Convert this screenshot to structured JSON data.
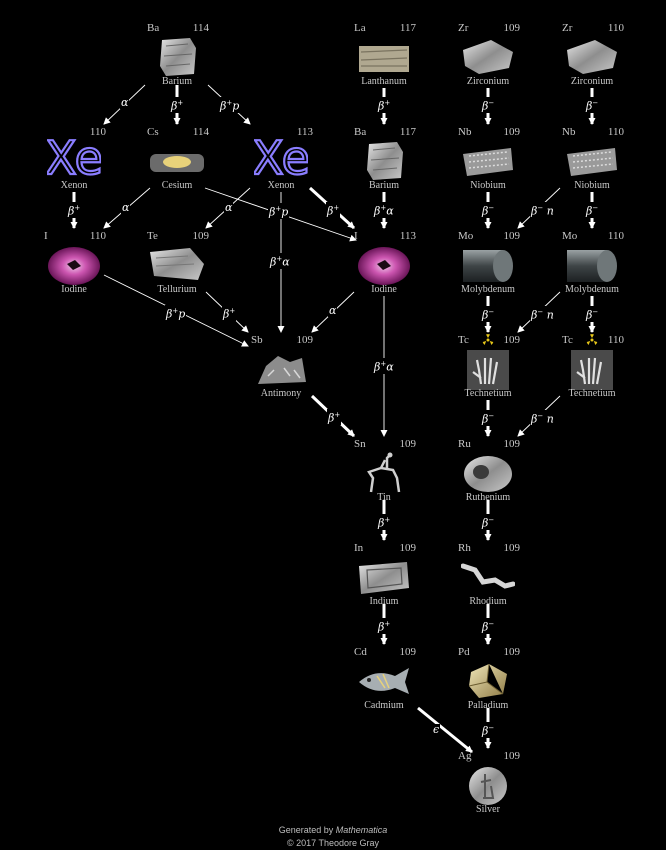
{
  "nodes": {
    "ba114": {
      "symbol": "Ba",
      "mass": "114",
      "name": "Barium"
    },
    "la117": {
      "symbol": "La",
      "mass": "117",
      "name": "Lanthanum"
    },
    "zr109": {
      "symbol": "Zr",
      "mass": "109",
      "name": "Zirconium"
    },
    "zr110": {
      "symbol": "Zr",
      "mass": "110",
      "name": "Zirconium"
    },
    "xe110": {
      "symbol": "",
      "mass": "110",
      "name": "Xenon"
    },
    "cs114": {
      "symbol": "Cs",
      "mass": "114",
      "name": "Cesium"
    },
    "xe113": {
      "symbol": "",
      "mass": "113",
      "name": "Xenon"
    },
    "ba117": {
      "symbol": "Ba",
      "mass": "117",
      "name": "Barium"
    },
    "nb109": {
      "symbol": "Nb",
      "mass": "109",
      "name": "Niobium"
    },
    "nb110": {
      "symbol": "Nb",
      "mass": "110",
      "name": "Niobium"
    },
    "i110": {
      "symbol": "I",
      "mass": "110",
      "name": "Iodine"
    },
    "te109": {
      "symbol": "Te",
      "mass": "109",
      "name": "Tellurium"
    },
    "i113": {
      "symbol": "I",
      "mass": "113",
      "name": "Iodine"
    },
    "mo109": {
      "symbol": "Mo",
      "mass": "109",
      "name": "Molybdenum"
    },
    "mo110": {
      "symbol": "Mo",
      "mass": "110",
      "name": "Molybdenum"
    },
    "sb109": {
      "symbol": "Sb",
      "mass": "109",
      "name": "Antimony"
    },
    "tc109": {
      "symbol": "Tc",
      "mass": "109",
      "name": "Technetium"
    },
    "tc110": {
      "symbol": "Tc",
      "mass": "110",
      "name": "Technetium"
    },
    "sn109": {
      "symbol": "Sn",
      "mass": "109",
      "name": "Tin"
    },
    "ru109": {
      "symbol": "Ru",
      "mass": "109",
      "name": "Ruthenium"
    },
    "in109": {
      "symbol": "In",
      "mass": "109",
      "name": "Indium"
    },
    "rh109": {
      "symbol": "Rh",
      "mass": "109",
      "name": "Rhodium"
    },
    "cd109": {
      "symbol": "Cd",
      "mass": "109",
      "name": "Cadmium"
    },
    "pd109": {
      "symbol": "Pd",
      "mass": "109",
      "name": "Palladium"
    },
    "ag109": {
      "symbol": "Ag",
      "mass": "109",
      "name": "Silver"
    }
  },
  "xenon_glyph": "Xe",
  "decays": {
    "alpha": "α",
    "beta_plus": "β",
    "beta_minus": "β",
    "plus": "+",
    "minus": "−",
    "p": "p",
    "n": "n",
    "epsilon": "ϵ"
  },
  "footer": {
    "line1_prefix": "Generated by ",
    "line1_software": "Mathematica",
    "line2": "© 2017 Theodore Gray"
  },
  "colors": {
    "background": "#000000",
    "text": "#c9c9c9",
    "arrow": "#ffffff",
    "xenon_glow": "#7a6cff",
    "iodine": "#c64aa0",
    "radioactive": "#e6c619"
  }
}
